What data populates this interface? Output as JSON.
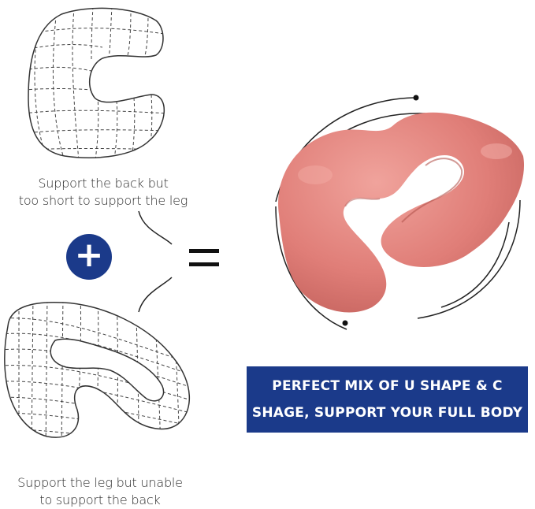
{
  "captions": {
    "c_pillow_line1": "Support the back but",
    "c_pillow_line2": "too short to support the leg",
    "u_pillow_line1": "Support the leg but unable",
    "u_pillow_line2": "to support the back"
  },
  "operators": {
    "plus": "+",
    "equals": "="
  },
  "banner": {
    "line1": "PERFECT MIX OF U SHAPE & C",
    "line2": "SHAGE, SUPPORT YOUR FULL BODY"
  },
  "colors": {
    "brand_navy": "#1b3a8a",
    "pillow_pink": "#e07e78",
    "sketch_stroke": "#333333"
  },
  "icons": {
    "c_pillow": "c-shaped-pillow-sketch",
    "u_pillow": "u-shaped-pillow-sketch",
    "photo": "pink-u-pillow-photo"
  }
}
